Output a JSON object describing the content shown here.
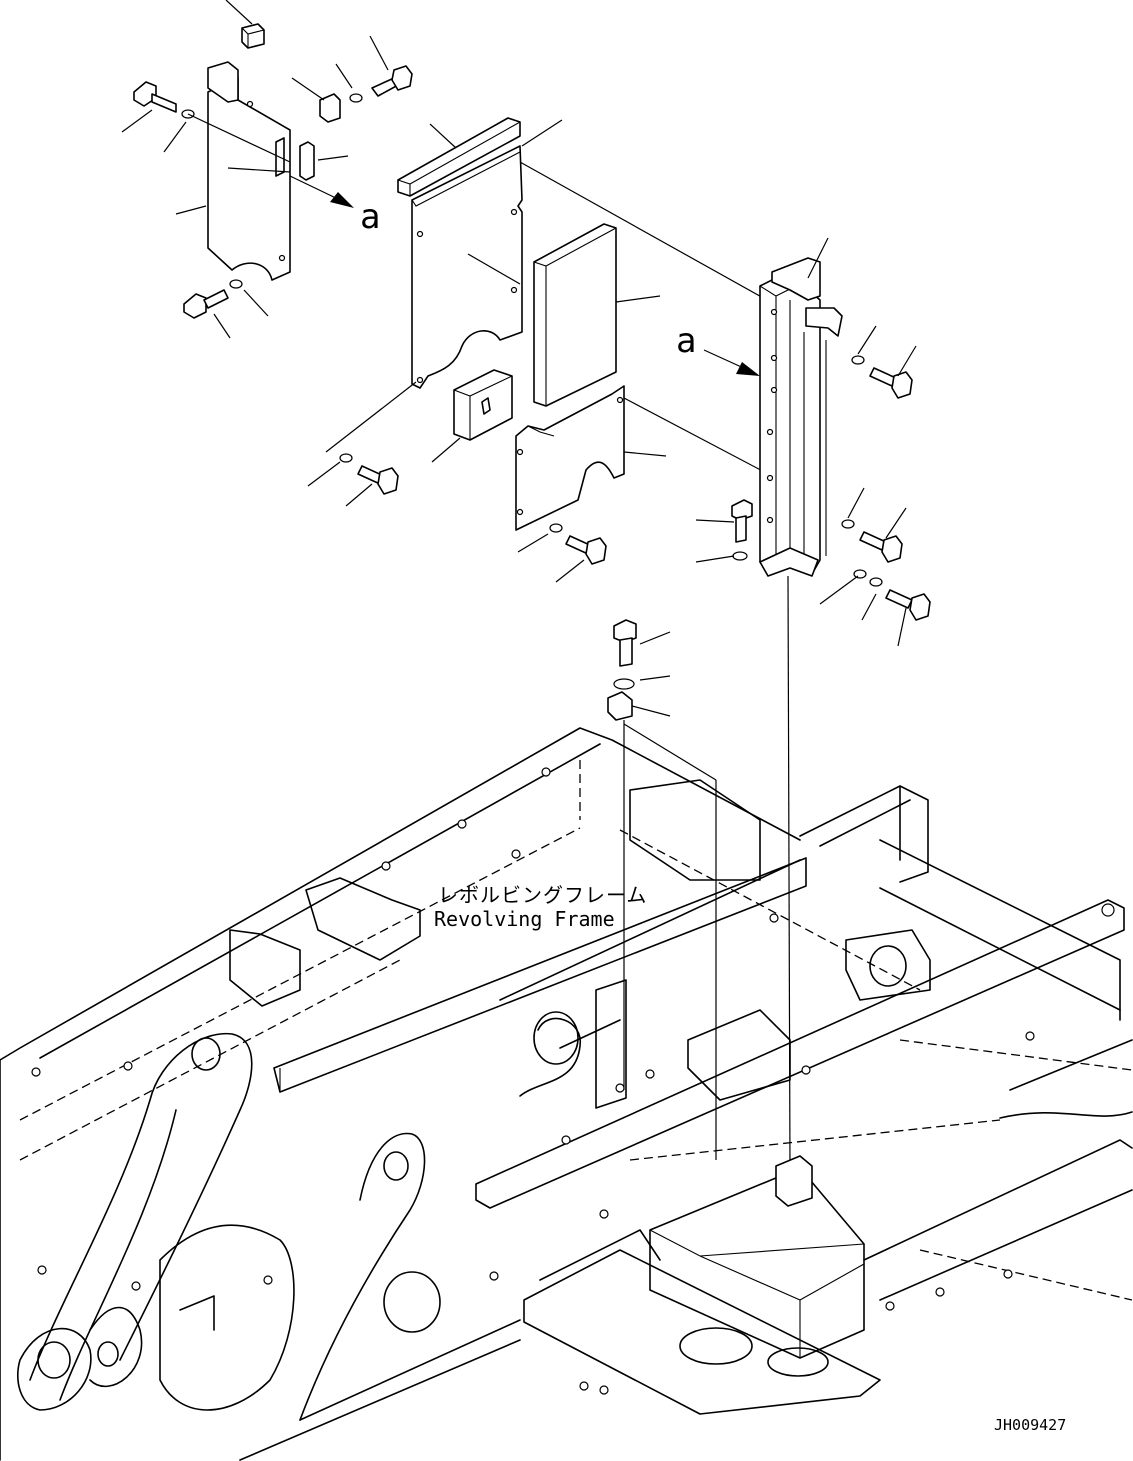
{
  "labels": {
    "view_a_top": "a",
    "view_a_side": "a",
    "frame_jp": "レボルビングフレーム",
    "frame_en": "Revolving Frame",
    "drawing_no": "JH009427"
  }
}
